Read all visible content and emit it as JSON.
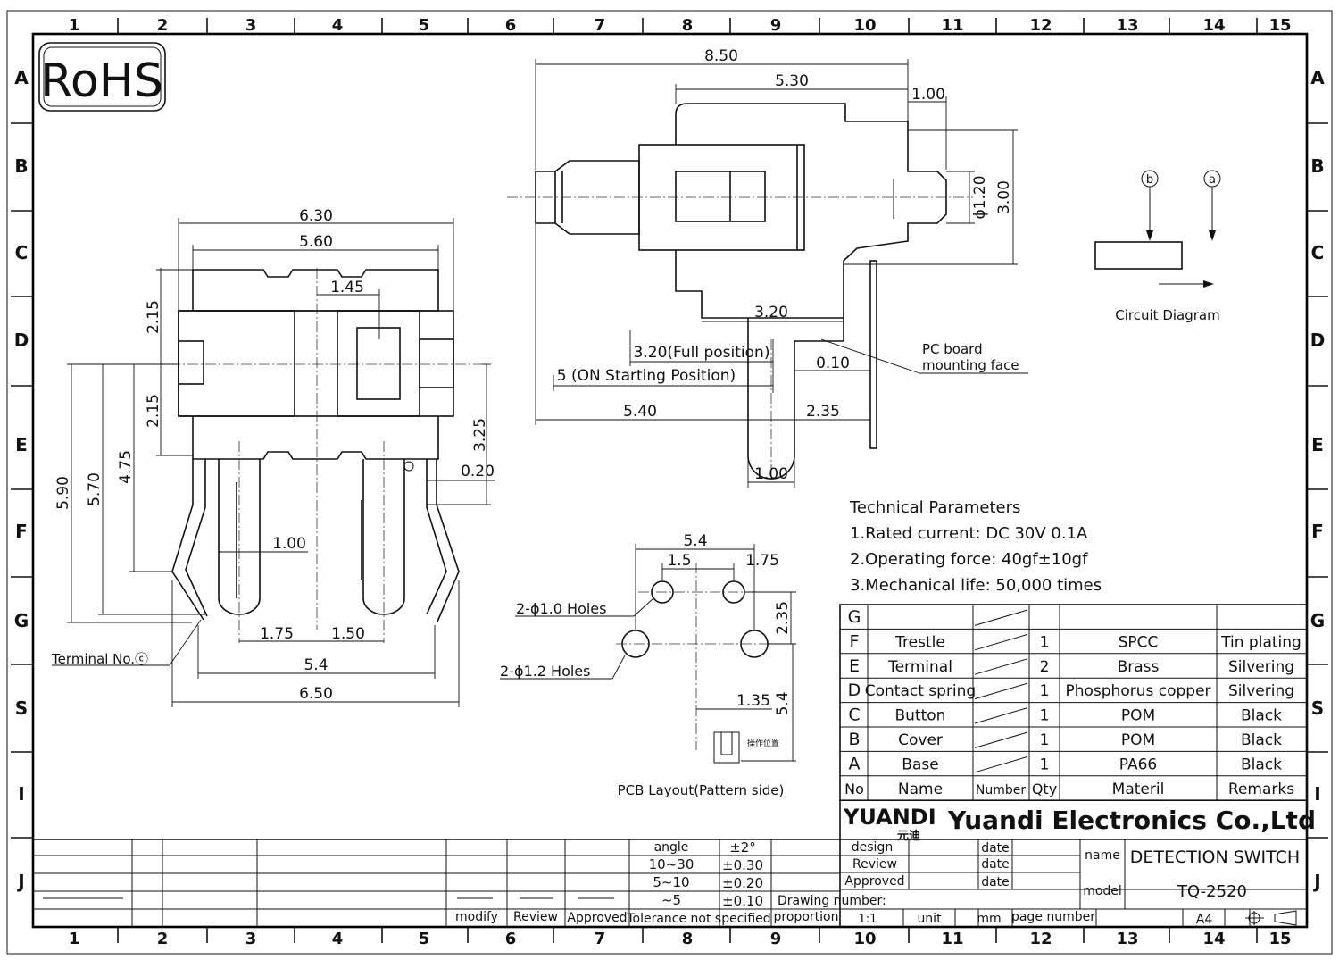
{
  "badge": "RoHS",
  "grid": {
    "columns": [
      "1",
      "2",
      "3",
      "4",
      "5",
      "6",
      "7",
      "8",
      "9",
      "10",
      "11",
      "12",
      "13",
      "14",
      "15"
    ],
    "rows": [
      "A",
      "B",
      "C",
      "D",
      "E",
      "F",
      "G",
      "S",
      "I",
      "J"
    ]
  },
  "front_view": {
    "dims": [
      "6.30",
      "5.60",
      "1.45",
      "2.15",
      "2.15",
      "3.25",
      "0.20",
      "5.90",
      "5.70",
      "4.75",
      "1.00",
      "1.75",
      "1.50",
      "5.4",
      "6.50"
    ],
    "terminal_label": "Terminal No.ⓒ"
  },
  "side_view": {
    "dims": [
      "8.50",
      "5.30",
      "1.00",
      "ϕ1.20",
      "3.00",
      "3.20",
      "3.20(Full position)",
      "5 (ON Starting Position)",
      "0.10",
      "5.40",
      "2.35",
      "1.00"
    ],
    "pcb_label_1": "PC board",
    "pcb_label_2": "mounting face"
  },
  "pcb_layout": {
    "dims": [
      "5.4",
      "1.5",
      "1.75",
      "2.35",
      "1.35",
      "5.4"
    ],
    "hole_small": "2-ϕ1.0 Holes",
    "hole_large": "2-ϕ1.2 Holes",
    "op_label": "操作位置",
    "caption": "PCB Layout(Pattern side)"
  },
  "circuit": {
    "label_b": "b",
    "label_a": "a",
    "caption": "Circuit Diagram"
  },
  "tech": {
    "title": "Technical Parameters",
    "lines": [
      "1.Rated current: DC 30V 0.1A",
      "2.Operating force: 40gf±10gf",
      "3.Mechanical life: 50,000 times"
    ]
  },
  "bom": {
    "rows": [
      {
        "no": "G",
        "name": "",
        "qty": "",
        "mat": "",
        "rem": ""
      },
      {
        "no": "F",
        "name": "Trestle",
        "qty": "1",
        "mat": "SPCC",
        "rem": "Tin plating"
      },
      {
        "no": "E",
        "name": "Terminal",
        "qty": "2",
        "mat": "Brass",
        "rem": "Silvering"
      },
      {
        "no": "D",
        "name": "Contact spring",
        "qty": "1",
        "mat": "Phosphorus copper",
        "rem": "Silvering"
      },
      {
        "no": "C",
        "name": "Button",
        "qty": "1",
        "mat": "POM",
        "rem": "Black"
      },
      {
        "no": "B",
        "name": "Cover",
        "qty": "1",
        "mat": "POM",
        "rem": "Black"
      },
      {
        "no": "A",
        "name": "Base",
        "qty": "1",
        "mat": "PA66",
        "rem": "Black"
      }
    ],
    "header": {
      "no": "No",
      "name": "Name",
      "number": "Number",
      "qty": "Qty",
      "mat": "Materil",
      "rem": "Remarks"
    }
  },
  "company": {
    "logo": "YUANDI",
    "logo_cn": "元迪",
    "name": "Yuandi Electronics Co.,Ltd"
  },
  "title_block": {
    "angle_label": "angle",
    "angle_tol": "±2°",
    "r1": "10~30",
    "t1": "±0.30",
    "r2": "5~10",
    "t2": "±0.20",
    "r3": "~5",
    "t3": "±0.10",
    "modify": "modify",
    "review": "Review",
    "approved": "Approved",
    "tol_note": "Tolerance not specified",
    "design": "design",
    "review2": "Review",
    "approved2": "Approved",
    "date": "date",
    "drawing_number": "Drawing number:",
    "proportion": "proportion",
    "scale": "1:1",
    "unit": "unit",
    "mm": "mm",
    "page_number": "page number",
    "name_label": "name",
    "name_value": "DETECTION SWITCH",
    "model_label": "model",
    "model_value": "TQ-2520",
    "paper": "A4"
  }
}
